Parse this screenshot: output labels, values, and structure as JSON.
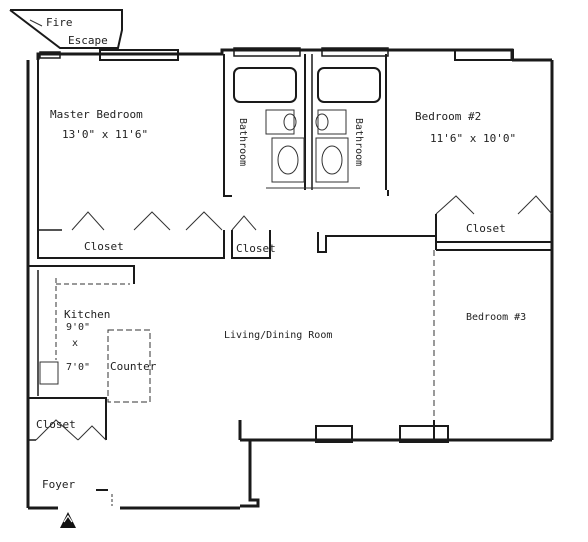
{
  "labels": {
    "fire_escape_line1": "Fire",
    "fire_escape_line2": "Escape",
    "master_bedroom": "Master Bedroom",
    "master_bedroom_dims": "13'0\" x 11'6\"",
    "bathroom_left": "Bathroom",
    "bathroom_right": "Bathroom",
    "bedroom2": "Bedroom #2",
    "bedroom2_dims": "11'6\" x 10'0\"",
    "closet_master": "Closet",
    "closet_hall": "Closet",
    "closet_bedroom2": "Closet",
    "kitchen": "Kitchen",
    "kitchen_dim1": "9'0\"",
    "kitchen_x": "x",
    "kitchen_dim2": "7'0\"",
    "counter": "Counter",
    "living_dining": "Living/Dining Room",
    "bedroom3": "Bedroom #3",
    "closet_foyer": "Closet",
    "foyer": "Foyer"
  },
  "icons": {
    "entry": "entry-arrow-icon"
  }
}
